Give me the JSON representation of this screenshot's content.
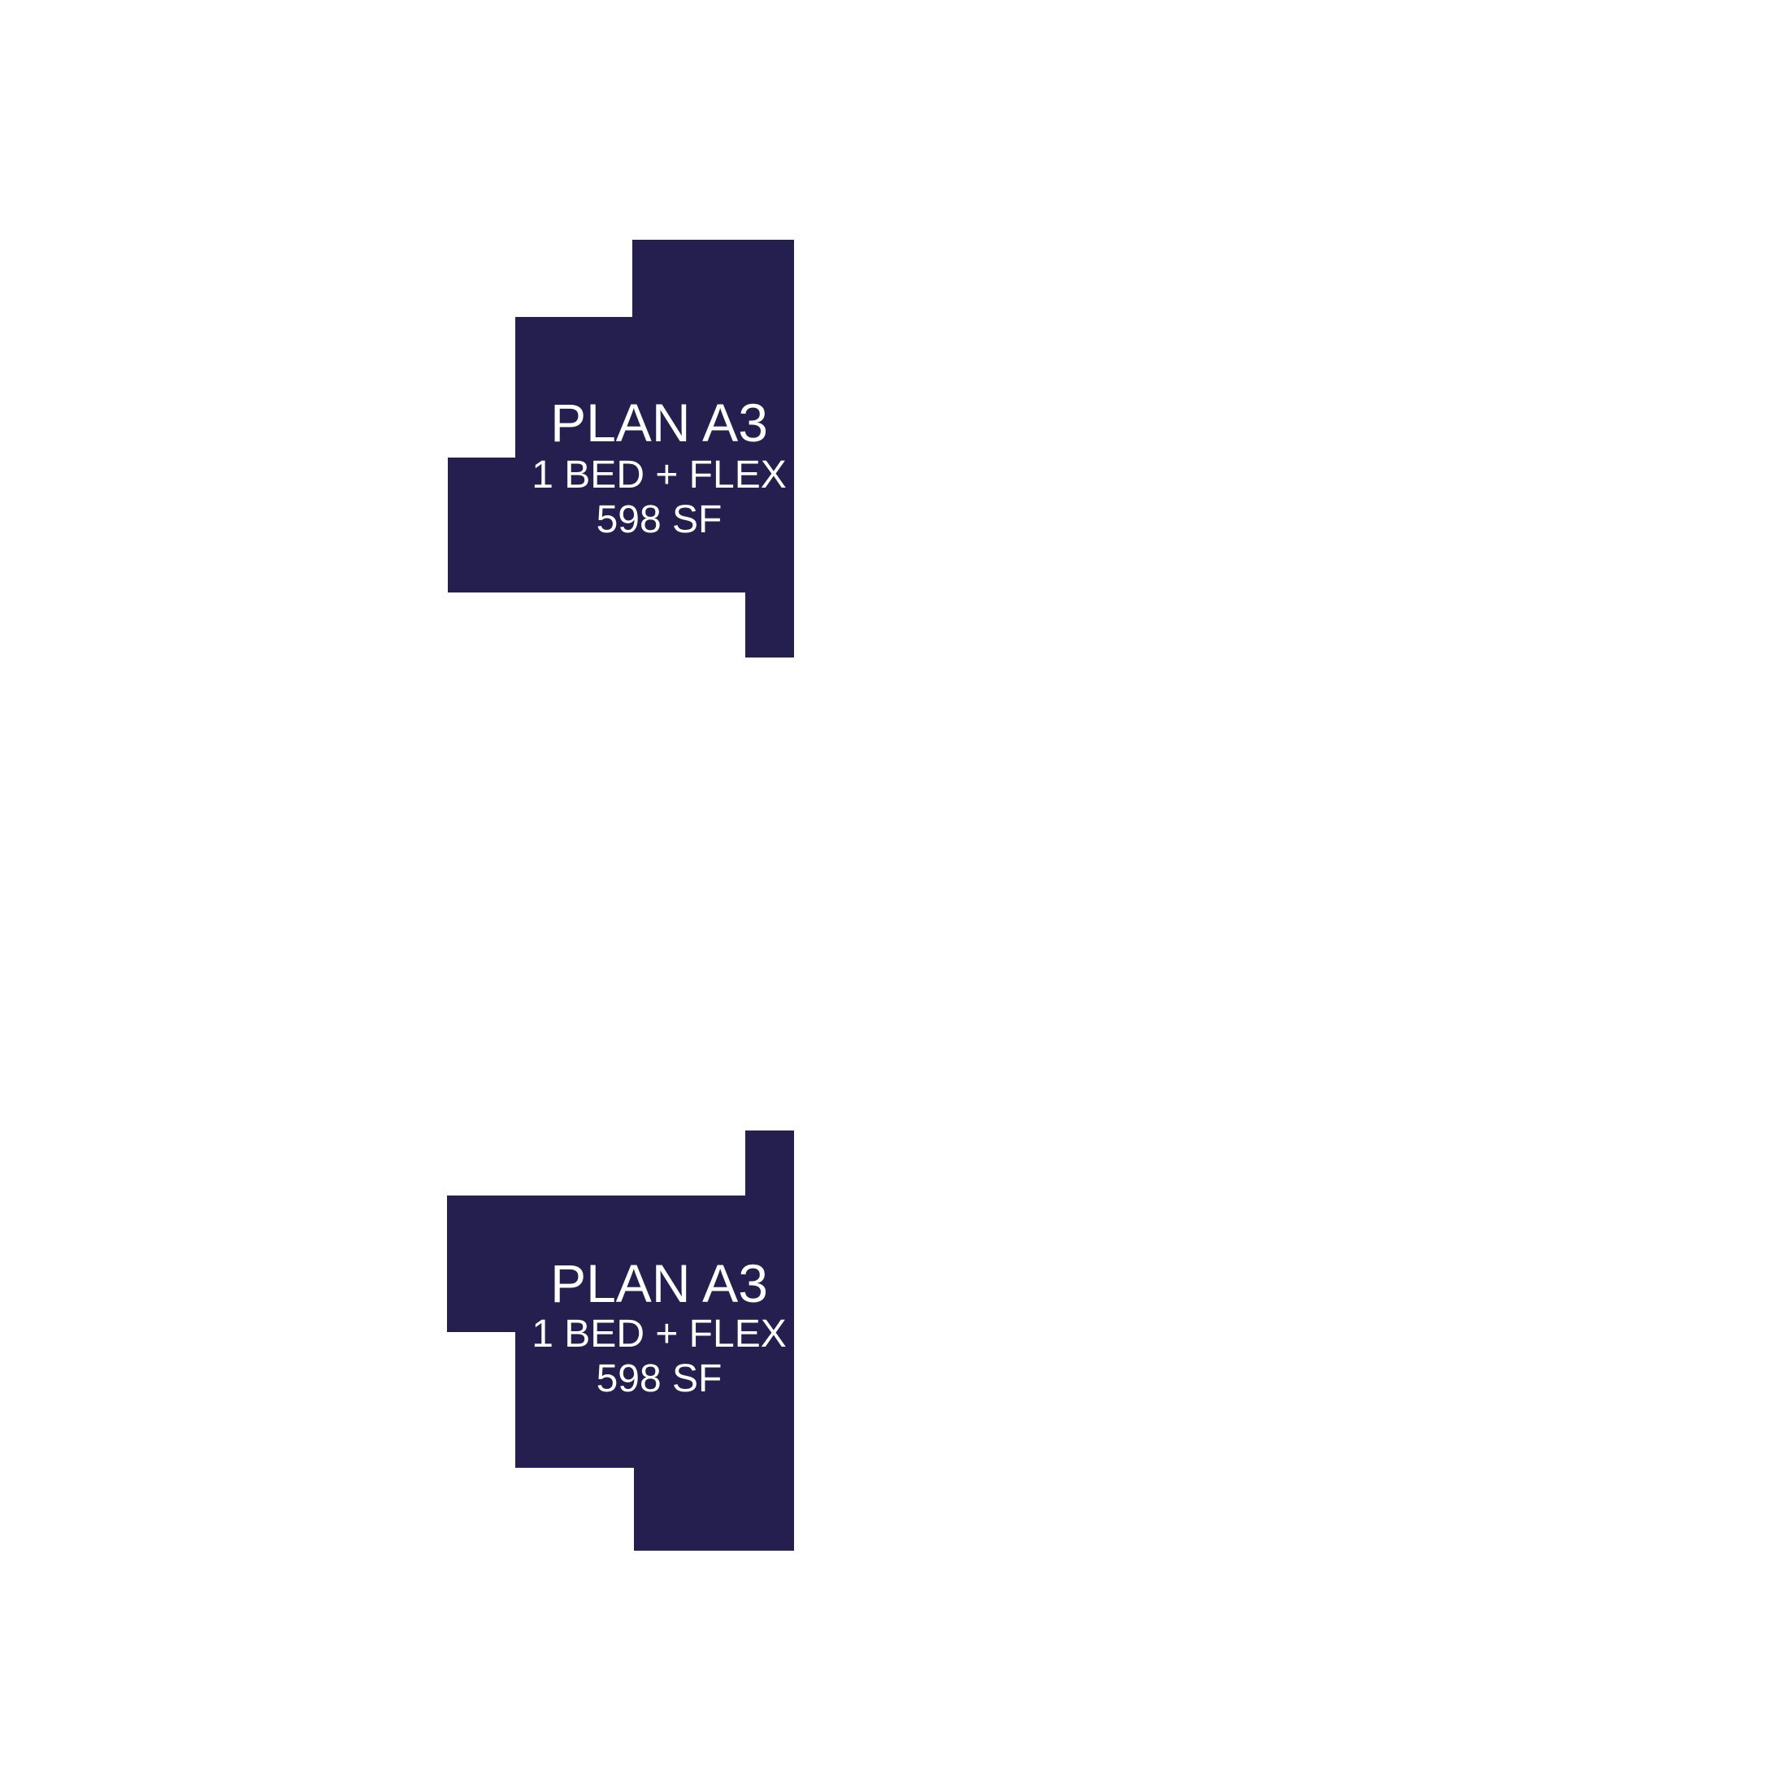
{
  "colors": {
    "unit_fill": "#251f50",
    "text": "#ffffff",
    "background": "#ffffff"
  },
  "units": [
    {
      "plan": "PLAN A3",
      "type": "1 BED + FLEX",
      "area": "598 SF"
    },
    {
      "plan": "PLAN A3",
      "type": "1 BED + FLEX",
      "area": "598 SF"
    }
  ]
}
